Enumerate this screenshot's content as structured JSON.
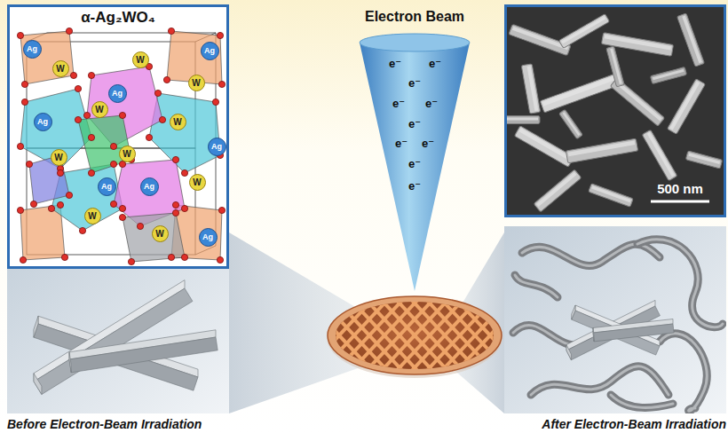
{
  "diagram": {
    "nodes": [
      {
        "text": [
          "α-Ag₂WO₄"
        ]
      },
      {
        "text": [
          "Electron Beam",
          "e⁻",
          "e⁻",
          "e⁻",
          "e⁻",
          "e⁻",
          "e⁻",
          "e⁻",
          "e⁻",
          "e⁻",
          "e⁻"
        ]
      },
      {
        "text": [
          "500 nm"
        ]
      },
      {
        "text": [
          "Before Electron-Beam Irradiation"
        ]
      },
      {
        "text": [
          "After Electron-Beam Irradiation"
        ]
      }
    ],
    "labels": [
      "W",
      "W",
      "W",
      "W",
      "W",
      "W",
      "W",
      "W",
      "W",
      "W",
      "Ag",
      "Ag",
      "Ag",
      "Ag",
      "Ag",
      "Ag",
      "Ag",
      "Ag"
    ]
  }
}
